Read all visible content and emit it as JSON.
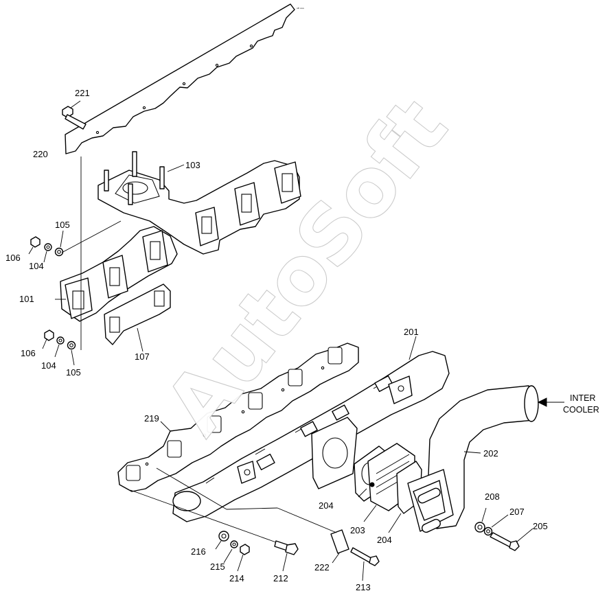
{
  "watermark": "AutoSoft",
  "corner_mark": "ⁿᵇ ⁿⁿⁿ",
  "note": {
    "line1": "INTER",
    "line2": "COOLER"
  },
  "labels": {
    "p101": "101",
    "p103": "103",
    "p104a": "104",
    "p104b": "104",
    "p105a": "105",
    "p105b": "105",
    "p106a": "106",
    "p106b": "106",
    "p107": "107",
    "p201": "201",
    "p202": "202",
    "p203": "203",
    "p204a": "204",
    "p204b": "204",
    "p205": "205",
    "p207": "207",
    "p208": "208",
    "p212": "212",
    "p213": "213",
    "p214": "214",
    "p215": "215",
    "p216": "216",
    "p219": "219",
    "p220": "220",
    "p221": "221",
    "p222": "222"
  }
}
